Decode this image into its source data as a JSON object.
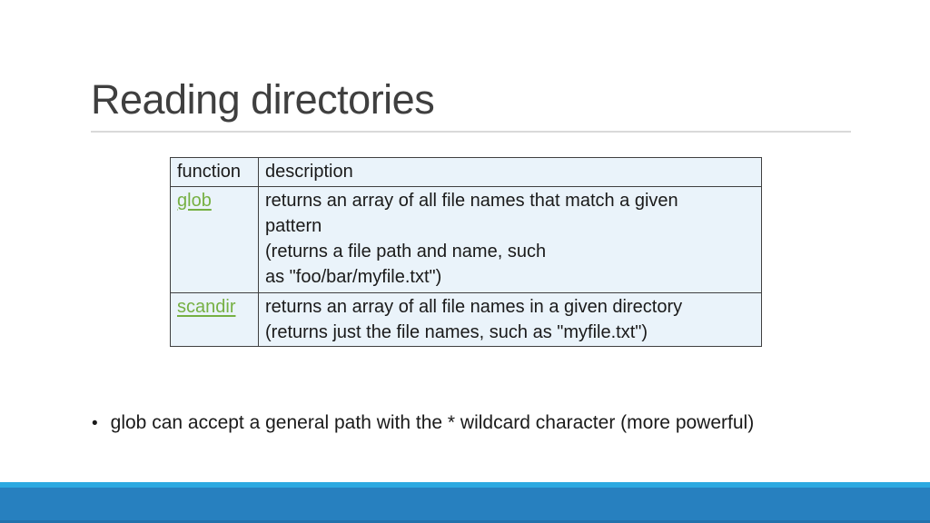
{
  "slide": {
    "title": "Reading directories",
    "table": {
      "headers": [
        "function",
        "description"
      ],
      "rows": [
        {
          "function": "glob",
          "description": "returns an array of all file names that match a given\npattern\n(returns a file path and name, such\nas \"foo/bar/myfile.txt\")"
        },
        {
          "function": "scandir",
          "description": "returns an array of all file names in a given directory\n(returns just the file names, such as \"myfile.txt\")"
        }
      ]
    },
    "bullets": [
      {
        "marker": "•",
        "text": "glob can accept a general path with the * wildcard character (more powerful)"
      }
    ],
    "colors": {
      "title_text": "#3F3F3F",
      "title_rule": "#D9D9D9",
      "body_text": "#1A1A1A",
      "table_border": "#404040",
      "table_fill": "#EAF3FA",
      "link_green": "#76B043",
      "footer_strip_blue": "#2CA9E1",
      "footer_band_blue": "#2780BF"
    }
  }
}
